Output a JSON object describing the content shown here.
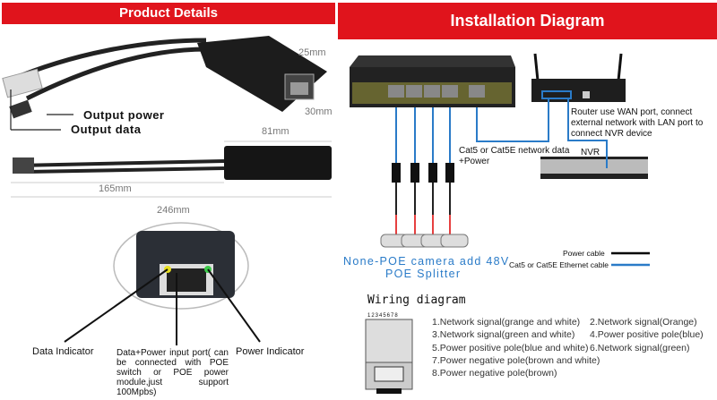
{
  "product": {
    "title": "Product Details",
    "labels": {
      "output_power": "Output power",
      "output_data": "Output data"
    },
    "dimensions": {
      "height": "25mm",
      "width": "30mm",
      "body_length": "81mm",
      "cable_length": "165mm",
      "total_length": "246mm"
    },
    "indicators": {
      "data": "Data Indicator",
      "input_port": "Data+Power input port( can be connected with POE switch or POE power module,just support 100Mpbs)",
      "power": "Power Indicator"
    }
  },
  "installation": {
    "title": "Installation Diagram",
    "router_note": "Router use WAN port, connect external network with LAN port to connect NVR device",
    "cable_note_1": "Cat5 or Cat5E network data",
    "cable_note_2": "+Power",
    "nvr_label": "NVR",
    "camera_caption_1": "None-POE camera add 48V",
    "camera_caption_2": "POE Splitter",
    "legend": {
      "power_cable": "Power cable",
      "ethernet_cable": "Cat5 or Cat5E Ethernet cable"
    },
    "colors": {
      "ethernet": "#2a7bc8",
      "power": "#000000",
      "header": "#e0141c",
      "caption": "#2a7bc8"
    }
  },
  "wiring": {
    "title": "Wiring diagram",
    "pin_numbers": "12345678",
    "items": [
      "1.Network signal(grange and white)",
      "2.Network signal(Orange)",
      "3.Network signal(green and white)",
      "4.Power  positive pole(blue)",
      "5.Power  positive pole(blue and white)",
      "6.Network signal(green)",
      "7.Power negative pole(brown and white)",
      "8.Power negative pole(brown)"
    ]
  }
}
